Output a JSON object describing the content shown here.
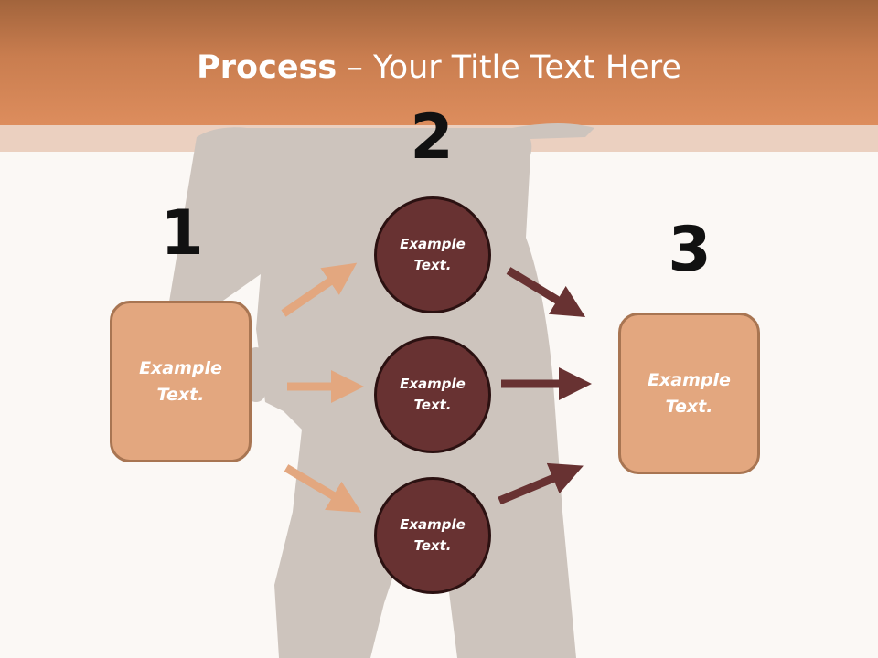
{
  "slide": {
    "title_bold": "Process",
    "title_rest": " – Your Title Text Here"
  },
  "steps": {
    "step1": {
      "number": "1",
      "text": "Example\nText."
    },
    "step2": {
      "number": "2",
      "circles": [
        {
          "text": "Example\nText."
        },
        {
          "text": "Example\nText."
        },
        {
          "text": "Example\nText."
        }
      ]
    },
    "step3": {
      "number": "3",
      "text": "Example\nText."
    }
  },
  "colors": {
    "header": "#dd8d5d",
    "box_fill": "#e3a77f",
    "circle_fill": "#683232",
    "arrow_light": "#e3a77f",
    "arrow_dark": "#683232"
  }
}
